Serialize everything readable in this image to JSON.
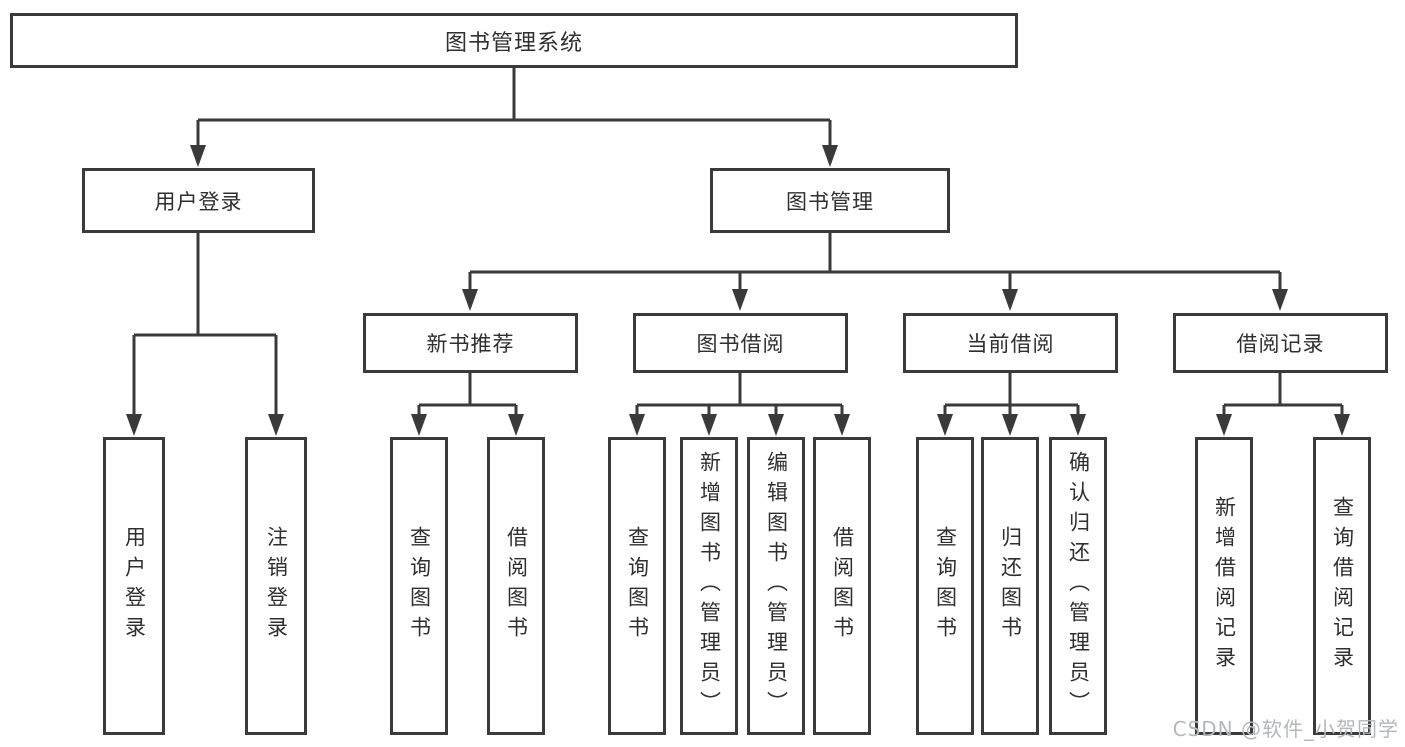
{
  "root": {
    "label": "图书管理系统"
  },
  "user_login_branch": {
    "label": "用户登录",
    "children": [
      {
        "label": "用户登录"
      },
      {
        "label": "注销登录"
      }
    ]
  },
  "book_mgmt_branch": {
    "label": "图书管理",
    "groups": [
      {
        "label": "新书推荐",
        "children": [
          {
            "label": "查询图书"
          },
          {
            "label": "借阅图书"
          }
        ]
      },
      {
        "label": "图书借阅",
        "children": [
          {
            "label": "查询图书"
          },
          {
            "label": "新增图书（管理员）"
          },
          {
            "label": "编辑图书（管理员）"
          },
          {
            "label": "借阅图书"
          }
        ]
      },
      {
        "label": "当前借阅",
        "children": [
          {
            "label": "查询图书"
          },
          {
            "label": "归还图书"
          },
          {
            "label": "确认归还（管理员）"
          }
        ]
      },
      {
        "label": "借阅记录",
        "children": [
          {
            "label": "新增借阅记录"
          },
          {
            "label": "查询借阅记录"
          }
        ]
      }
    ]
  },
  "watermark": {
    "text": "CSDN @软件_小贺同学"
  },
  "colors": {
    "line": "#3a3a3a",
    "text": "#2f2f2f",
    "watermark": "#b4b7bc",
    "background": "#ffffff"
  }
}
